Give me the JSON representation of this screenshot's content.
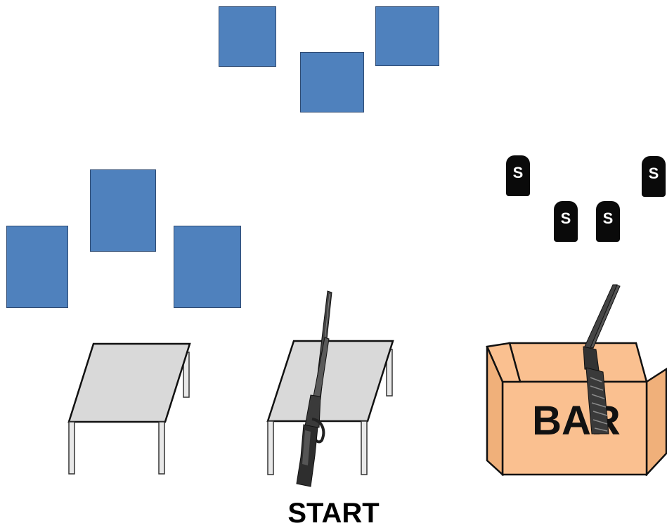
{
  "colors": {
    "target_fill": "#4f81bd",
    "steel_fill": "#0a0a0a",
    "table_top": "#d9d9d9",
    "box_fill": "#fac090"
  },
  "paper_targets": [
    "",
    "",
    "",
    "",
    "",
    ""
  ],
  "steel_targets": [
    {
      "label": "S"
    },
    {
      "label": "S"
    },
    {
      "label": "S"
    },
    {
      "label": "S"
    }
  ],
  "tables": [
    {
      "name": "table",
      "has_gun": false
    },
    {
      "name": "start-table",
      "has_gun": true,
      "gun": "rifle-icon"
    }
  ],
  "barrel": {
    "label": "BAR",
    "gun": "shotgun-icon"
  },
  "start_label": "START"
}
